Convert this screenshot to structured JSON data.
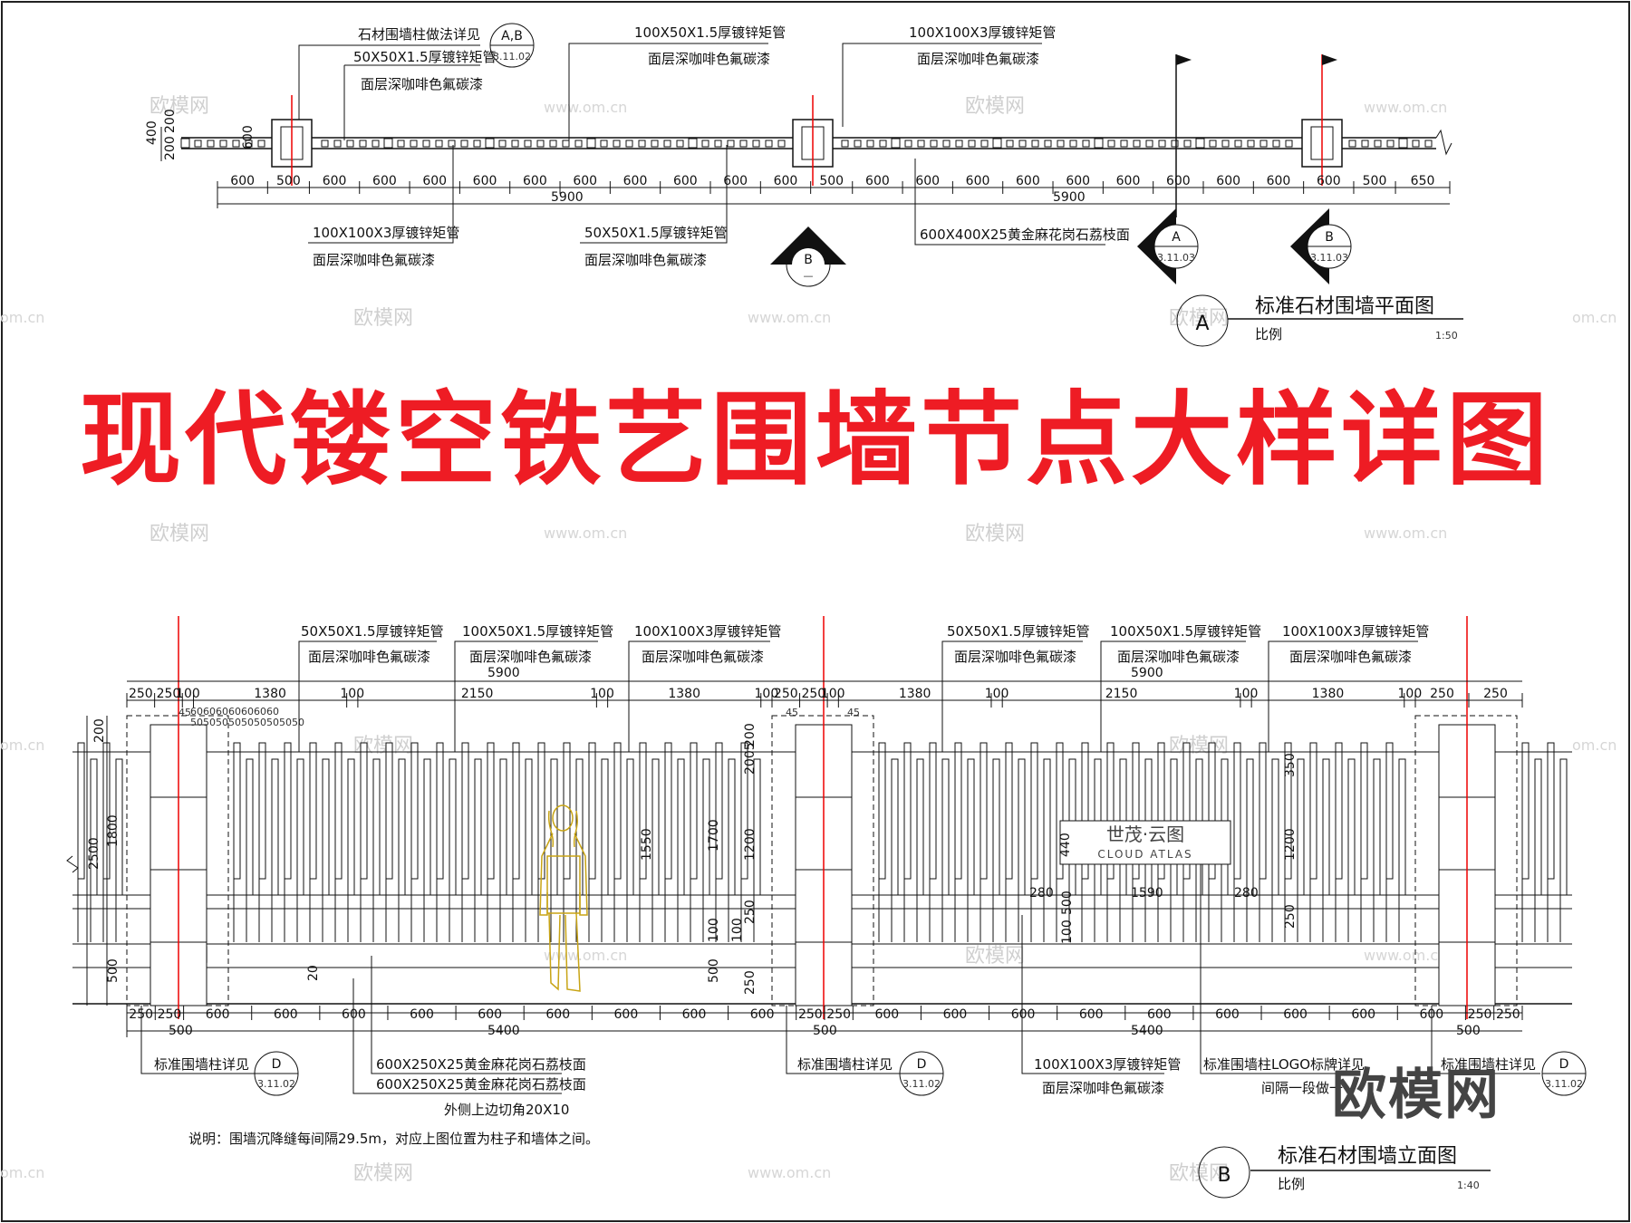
{
  "banner_title": "现代镂空铁艺围墙节点大样详图",
  "plan": {
    "callouts_top": [
      {
        "l1": "石材围墙柱做法详见",
        "l2": "50X50X1.5厚镀锌矩管",
        "l3": "面层深咖啡色氟碳漆"
      },
      {
        "l1": "100X50X1.5厚镀锌矩管",
        "l2": "面层深咖啡色氟碳漆"
      },
      {
        "l1": "100X100X3厚镀锌矩管",
        "l2": "面层深咖啡色氟碳漆"
      }
    ],
    "ref_ab": {
      "top": "A,B",
      "bottom": "3.11.02"
    },
    "dims_side": [
      "400",
      "200",
      "200",
      "600"
    ],
    "dims_row": [
      "600",
      "500",
      "600",
      "600",
      "600",
      "600",
      "600",
      "600",
      "600",
      "600",
      "600",
      "600",
      "500",
      "600",
      "600",
      "600",
      "600",
      "600",
      "600",
      "600",
      "600",
      "600",
      "600",
      "500",
      "650"
    ],
    "total_left": "5900",
    "total_right": "5900",
    "callouts_bottom": [
      {
        "l1": "100X100X3厚镀锌矩管",
        "l2": "面层深咖啡色氟碳漆"
      },
      {
        "l1": "50X50X1.5厚镀锌矩管",
        "l2": "面层深咖啡色氟碳漆"
      },
      {
        "l1": "600X400X25黄金麻花岗石荔枝面"
      }
    ],
    "section_b_mid": {
      "top": "B",
      "bottom": "—"
    },
    "section_a": {
      "top": "A",
      "bottom": "3.11.03"
    },
    "section_b": {
      "top": "B",
      "bottom": "3.11.03"
    },
    "title": {
      "letter": "A",
      "name": "标准石材围墙平面图",
      "scale_label": "比例",
      "scale": "1:50"
    }
  },
  "elevation": {
    "callouts_top": [
      {
        "l1": "50X50X1.5厚镀锌矩管",
        "l2": "面层深咖啡色氟碳漆"
      },
      {
        "l1": "100X50X1.5厚镀锌矩管",
        "l2": "面层深咖啡色氟碳漆"
      },
      {
        "l1": "100X100X3厚镀锌矩管",
        "l2": "面层深咖啡色氟碳漆"
      },
      {
        "l1": "50X50X1.5厚镀锌矩管",
        "l2": "面层深咖啡色氟碳漆"
      },
      {
        "l1": "100X50X1.5厚镀锌矩管",
        "l2": "面层深咖啡色氟碳漆"
      },
      {
        "l1": "100X100X3厚镀锌矩管",
        "l2": "面层深咖啡色氟碳漆"
      }
    ],
    "top_totals": [
      "5900",
      "5900"
    ],
    "top_dims_left": [
      "250",
      "250",
      "100",
      "1380",
      "100",
      "2150",
      "100",
      "1380",
      "100"
    ],
    "top_dims_mid": [
      "250",
      "250",
      "100",
      "1380",
      "100",
      "2150",
      "100",
      "1380",
      "100"
    ],
    "top_dims_right": [
      "250",
      "250"
    ],
    "small_dims": "60606060606060",
    "small_dims2": "505050505050505050",
    "side_dims": [
      "200",
      "2500",
      "1800",
      "500"
    ],
    "inner_dims_a": [
      "45",
      "45",
      "45"
    ],
    "mid_vert_dims": [
      "1550",
      "1700",
      "1200",
      "2005",
      "200",
      "100",
      "250",
      "250",
      "100",
      "500"
    ],
    "logo_dims": [
      "440",
      "280",
      "1590",
      "280",
      "500",
      "100",
      "250"
    ],
    "right_dims": [
      "350",
      "1200",
      "250"
    ],
    "base_dim": "20",
    "logo_text_cn": "世茂·云图",
    "logo_text_en": "CLOUD ATLAS",
    "bottom_dims": [
      "250",
      "250",
      "600",
      "600",
      "600",
      "600",
      "600",
      "600",
      "600",
      "600",
      "600",
      "250",
      "250",
      "600",
      "600",
      "600",
      "600",
      "600",
      "600",
      "600",
      "600",
      "600",
      "250",
      "250"
    ],
    "bottom_totals": [
      "500",
      "5400",
      "500",
      "5400",
      "500"
    ],
    "callouts_bottom": [
      {
        "l1": "标准围墙柱详见"
      },
      {
        "l1": "600X250X25黄金麻花岗石荔枝面"
      },
      {
        "l1": "600X250X25黄金麻花岗石荔枝面",
        "l2": "外侧上边切角20X10"
      },
      {
        "l1": "标准围墙柱详见"
      },
      {
        "l1": "100X100X3厚镀锌矩管",
        "l2": "面层深咖啡色氟碳漆"
      },
      {
        "l1": "标准围墙柱LOGO标牌详见",
        "l2": "间隔一段做一"
      },
      {
        "l1": "标准围墙柱详见"
      }
    ],
    "ref_d": {
      "top": "D",
      "bottom": "3.11.02"
    },
    "note": "说明：围墙沉降缝每间隔29.5m，对应上图位置为柱子和墙体之间。",
    "title": {
      "letter": "B",
      "name": "标准石材围墙立面图",
      "scale_label": "比例",
      "scale": "1:40"
    }
  },
  "watermarks": {
    "cn": "欧模网",
    "url": "www.om.cn",
    "url_short": "om.cn",
    "brand": "欧模网"
  }
}
